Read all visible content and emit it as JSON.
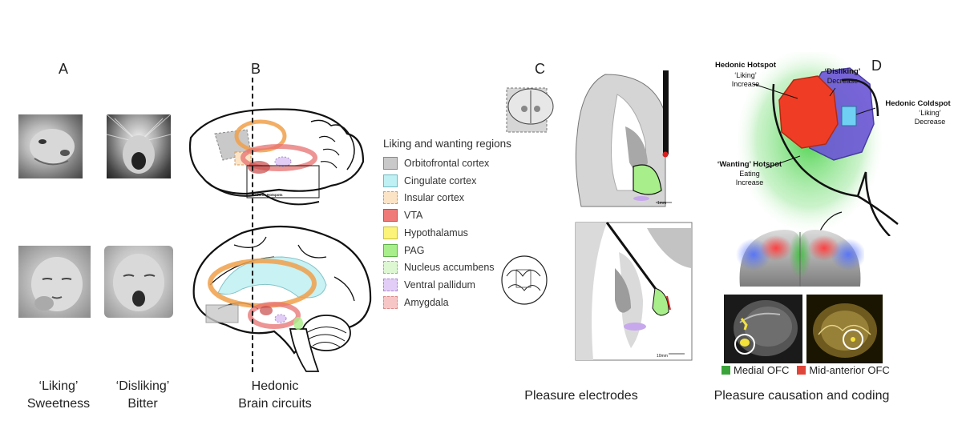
{
  "panels": {
    "a": {
      "letter": "A",
      "captions": [
        {
          "line1": "‘Liking’",
          "line2": "Sweetness"
        },
        {
          "line1": "‘Disliking’",
          "line2": "Bitter"
        }
      ]
    },
    "b": {
      "letter": "B",
      "caption": {
        "line1": "Hedonic",
        "line2": "Brain circuits"
      },
      "rat_label": "Hedonic Hotspots"
    },
    "c": {
      "letter": "C",
      "caption": "Pleasure electrodes",
      "scale_top": "1mm",
      "scale_bottom": "10mm"
    },
    "d": {
      "letter": "D",
      "caption": "Pleasure causation and coding",
      "hotspot_title": "Hedonic Hotspot",
      "hotspot_line1": "‘Liking’",
      "hotspot_line2": "Increase",
      "disliking_title": "‘Disliking’",
      "disliking_line2": "Decrease",
      "coldspot_title": "Hedonic Coldspot",
      "coldspot_line1": "‘Liking’",
      "coldspot_line2": "Decrease",
      "wanting_title": "‘Wanting’ Hotspot",
      "wanting_line1": "Eating",
      "wanting_line2": "Increase",
      "legend_medial": "Medial OFC",
      "legend_midanterior": "Mid-anterior OFC",
      "colors": {
        "medial": "#3aa33a",
        "midanterior": "#e0453a"
      }
    }
  },
  "legend": {
    "title": "Liking and wanting regions",
    "items": [
      {
        "label": "Orbitofrontal cortex",
        "fill": "#c9c9c9",
        "border": "#888888",
        "dashed": false
      },
      {
        "label": "Cingulate cortex",
        "fill": "#bff0f3",
        "border": "#6fb9c0",
        "dashed": false
      },
      {
        "label": "Insular cortex",
        "fill": "#fbe3c6",
        "border": "#d59a5a",
        "dashed": true
      },
      {
        "label": "VTA",
        "fill": "#f07a78",
        "border": "#c84a48",
        "dashed": false
      },
      {
        "label": "Hypothalamus",
        "fill": "#fbf37a",
        "border": "#c9bf3a",
        "dashed": false
      },
      {
        "label": "PAG",
        "fill": "#a8ee8a",
        "border": "#5fb04a",
        "dashed": false
      },
      {
        "label": "Nucleus accumbens",
        "fill": "#dcf7d2",
        "border": "#86c46c",
        "dashed": true
      },
      {
        "label": "Ventral pallidum",
        "fill": "#e2cdf6",
        "border": "#a98acb",
        "dashed": true
      },
      {
        "label": "Amygdala",
        "fill": "#f6c6c6",
        "border": "#d98b8b",
        "dashed": true
      }
    ]
  }
}
